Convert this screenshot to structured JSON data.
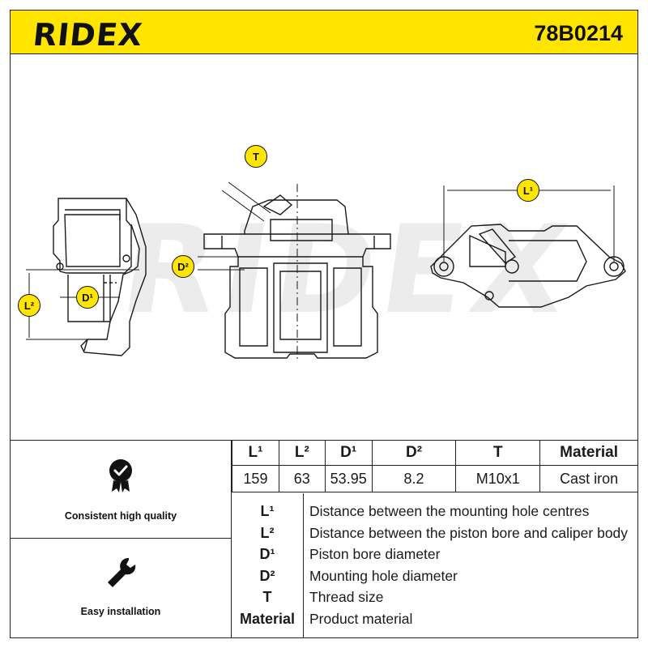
{
  "header": {
    "brand": "RIDEX",
    "part_number": "78B0214",
    "background_color": "#ffe500"
  },
  "drawing": {
    "watermark": "RIDEX",
    "labels": {
      "T": "T",
      "L1": "L¹",
      "L2": "L²",
      "D1": "D¹",
      "D2": "D²"
    }
  },
  "features": [
    {
      "icon": "quality-check-icon",
      "label": "Consistent high quality"
    },
    {
      "icon": "wrench-icon",
      "label": "Easy installation"
    }
  ],
  "spec_table": {
    "headers": [
      "L¹",
      "L²",
      "D¹",
      "D²",
      "T",
      "Material"
    ],
    "values": [
      "159",
      "63",
      "53.95",
      "8.2",
      "M10x1",
      "Cast iron"
    ]
  },
  "legend": [
    {
      "key": "L¹",
      "desc": "Distance between the mounting hole centres"
    },
    {
      "key": "L²",
      "desc": "Distance between the piston bore and caliper body"
    },
    {
      "key": "D¹",
      "desc": "Piston bore diameter"
    },
    {
      "key": "D²",
      "desc": "Mounting hole diameter"
    },
    {
      "key": "T",
      "desc": "Thread size"
    },
    {
      "key": "Material",
      "desc": "Product material"
    }
  ]
}
